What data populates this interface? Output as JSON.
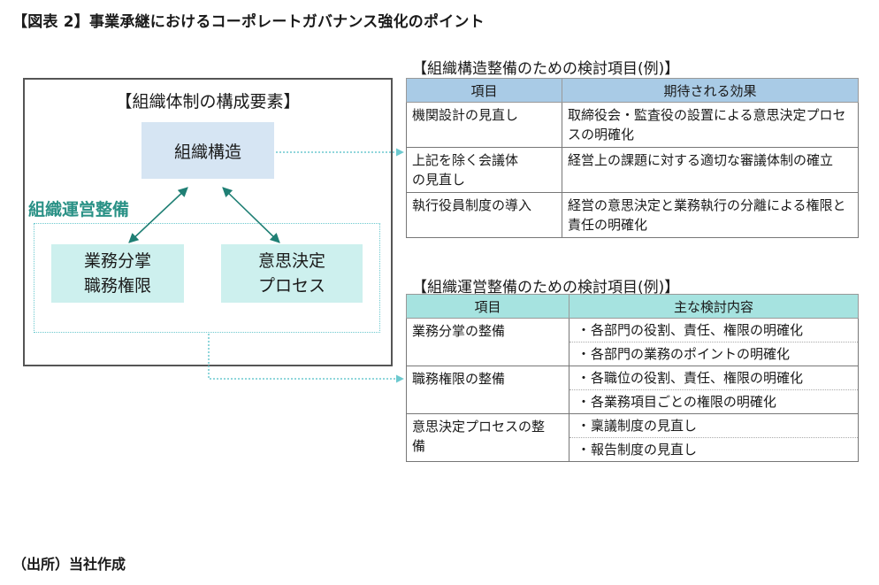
{
  "figure_title": "【図表 2】事業承継におけるコーポレートガバナンス強化のポイント",
  "source_note": "（出所）当社作成",
  "org_diagram": {
    "title": "【組織体制の構成要素】",
    "structure_label": "組織構造",
    "operations_label": "組織運営整備",
    "duty_lines": [
      "業務分掌",
      "職務権限"
    ],
    "decision_lines": [
      "意思決定",
      "プロセス"
    ]
  },
  "structure_table": {
    "caption": "【組織構造整備のための検討項目(例)】",
    "header_color": "#a9cbe6",
    "columns": [
      "項目",
      "期待される効果"
    ],
    "rows": [
      {
        "item": "機関設計の見直し",
        "effect": "取締役会・監査役の設置による意思決定プロセスの明確化"
      },
      {
        "item": "上記を除く会議体の見直し",
        "effect": "経営上の課題に対する適切な審議体制の確立"
      },
      {
        "item": "執行役員制度の導入",
        "effect": "経営の意思決定と業務執行の分離による権限と責任の明確化"
      }
    ]
  },
  "operations_table": {
    "caption": "【組織運営整備のための検討項目(例)】",
    "header_color": "#a6e3e0",
    "columns": [
      "項目",
      "主な検討内容"
    ],
    "bullet": "・",
    "rows": [
      {
        "item": "業務分掌の整備",
        "points": [
          "各部門の役割、責任、権限の明確化",
          "各部門の業務のポイントの明確化"
        ]
      },
      {
        "item": "職務権限の整備",
        "points": [
          "各職位の役割、責任、権限の明確化",
          "各業務項目ごとの権限の明確化"
        ]
      },
      {
        "item": "意思決定プロセスの整備",
        "points": [
          "稟議制度の見直し",
          "報告制度の見直し"
        ]
      }
    ]
  },
  "colors": {
    "structure_fill": "#d6e5f3",
    "operations_fill": "#cdf0ee",
    "operations_label": "#2a9186",
    "arrow": "#1f7f74",
    "connector": "#6cc9cf"
  }
}
